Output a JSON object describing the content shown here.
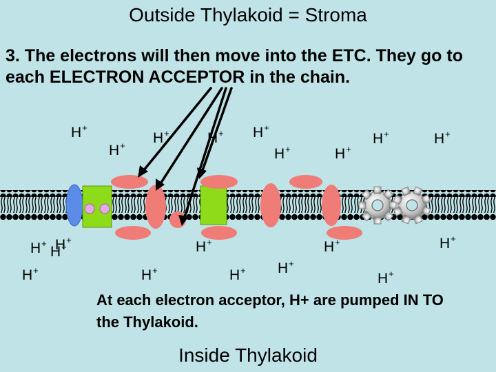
{
  "heading_top": "Outside Thylakoid = Stroma",
  "step_text": "3.  The electrons will then move into the ETC. They go to each ELECTRON ACCEPTOR in the chain.",
  "bottom_text": "At each electron acceptor, H+ are pumped IN TO the Thylakoid.",
  "heading_bottom": "Inside Thylakoid",
  "ion_base": "H",
  "ion_charge": "+",
  "colors": {
    "background": "#bfe3e6",
    "membrane": "#000000",
    "protein_pink": "#f07c78",
    "protein_green": "#8edb1a",
    "protein_blue": "#5b8de8",
    "electron_carrier": "#e6a8e6",
    "atp_synthase": "#c8c8c8"
  }
}
